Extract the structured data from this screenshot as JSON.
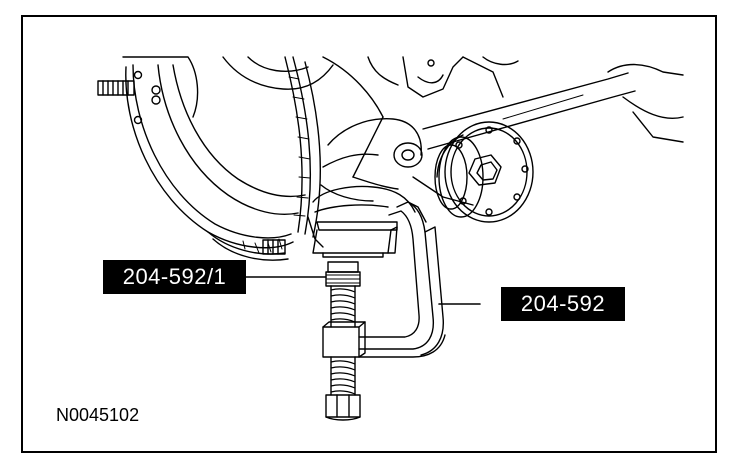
{
  "callouts": {
    "tool_1": "204-592/1",
    "tool_2": "204-592"
  },
  "figure_id": "N0045102",
  "colors": {
    "ink": "#000000",
    "paper": "#ffffff"
  }
}
